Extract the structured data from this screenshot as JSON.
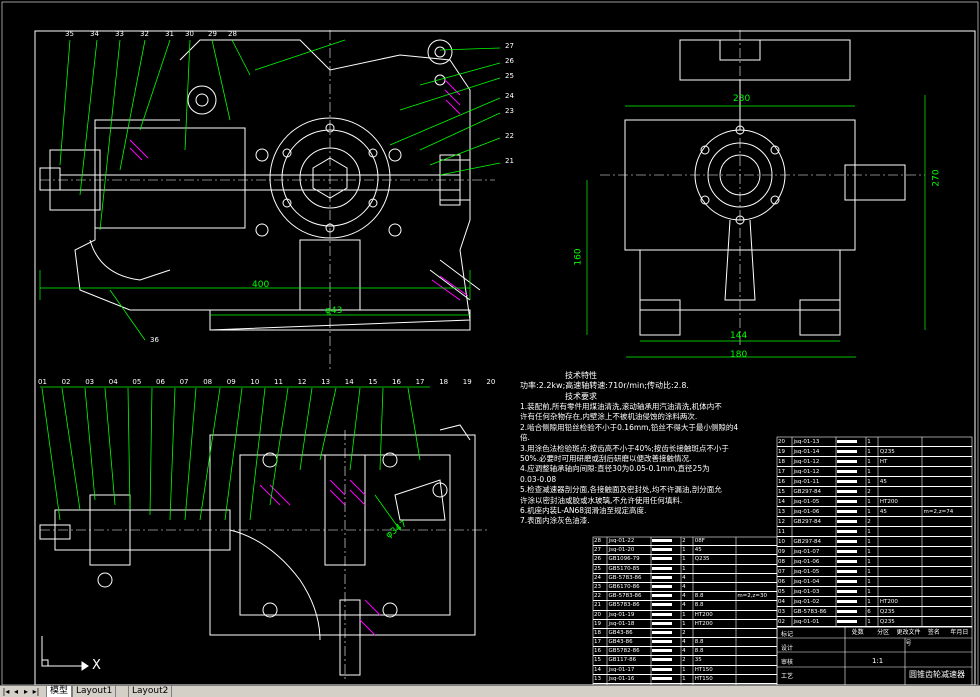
{
  "colors": {
    "background": "#000000",
    "outline": "#ffffff",
    "centerline": "#ffffff",
    "leader": "#00ff00",
    "dimension": "#00ff00",
    "hatch": "#ff00ff",
    "table_text": "#ffffff",
    "tab_bar": "#d4d0c8"
  },
  "dimensions": {
    "top_width": "230",
    "right_height": "270",
    "left_height": "160",
    "bottom_144": "144",
    "bottom_180": "180",
    "front_length": "400",
    "center_dim": "φ43",
    "plan_dim": "φ347"
  },
  "front_view_labels": [
    "35",
    "34",
    "33",
    "32",
    "31",
    "30",
    "29",
    "28",
    "27",
    "26",
    "25",
    "24",
    "23",
    "22",
    "21",
    "36"
  ],
  "plan_view_labels": [
    "01",
    "02",
    "03",
    "04",
    "05",
    "06",
    "07",
    "08",
    "09",
    "10",
    "11",
    "12",
    "13",
    "14",
    "15",
    "16",
    "17",
    "18",
    "19",
    "20"
  ],
  "tech_char_title": "技术特性",
  "tech_char_text": "功率:2.2kw;高速轴转速:710r/min;传动比:2.8.",
  "tech_req_title": "技术要求",
  "tech_req_lines": [
    "1.装配前,所有零件用煤油清洗,滚动轴承用汽油清洗,机体内不",
    "许有任何杂物存在,内壁涂上不被机油侵蚀的涂料两次.",
    "2.啮合侧隙用铅丝检验不小于0.16mm,铅丝不得大于最小侧隙的4",
    "倍.",
    "3.用涂色法检验斑点:按齿高不小于40%;按齿长接触斑点不小于",
    "50%.必要时可用研磨或刮后研磨以便改善接触情况.",
    "4.应调整轴承轴向间隙:直径30为0.05-0.1mm,直径25为",
    "0.03-0.08",
    "5.检查减速器剖分面,各接触面及密封处,均不许漏油,剖分面允",
    "许涂以密封油或胶或水玻璃,不允许使用任何填料.",
    "6.机座内装L-AN68润滑油至规定高度.",
    "7.表面内涂灰色油漆."
  ],
  "bom_right": [
    {
      "no": "20",
      "code": "jsq-01-13",
      "qty": "1",
      "mat": "",
      "note": ""
    },
    {
      "no": "19",
      "code": "jsq-01-14",
      "qty": "1",
      "mat": "Q235",
      "note": ""
    },
    {
      "no": "18",
      "code": "jsq-01-12",
      "qty": "1",
      "mat": "HT",
      "note": ""
    },
    {
      "no": "17",
      "code": "jsq-01-12",
      "qty": "1",
      "mat": "",
      "note": ""
    },
    {
      "no": "16",
      "code": "jsq-01-11",
      "qty": "1",
      "mat": "45",
      "note": ""
    },
    {
      "no": "15",
      "code": "GB297-84",
      "qty": "2",
      "mat": "",
      "note": ""
    },
    {
      "no": "14",
      "code": "jsq-01-05",
      "qty": "1",
      "mat": "HT200",
      "note": ""
    },
    {
      "no": "13",
      "code": "jsq-01-06",
      "qty": "1",
      "mat": "45",
      "note": "m=2,z=74"
    },
    {
      "no": "12",
      "code": "GB297-84",
      "qty": "2",
      "mat": "",
      "note": ""
    },
    {
      "no": "11",
      "code": "",
      "qty": "1",
      "mat": "",
      "note": ""
    },
    {
      "no": "10",
      "code": "GB297-84",
      "qty": "1",
      "mat": "",
      "note": ""
    },
    {
      "no": "09",
      "code": "jsq-01-07",
      "qty": "1",
      "mat": "",
      "note": ""
    },
    {
      "no": "08",
      "code": "jsq-01-06",
      "qty": "1",
      "mat": "",
      "note": ""
    },
    {
      "no": "07",
      "code": "jsq-01-05",
      "qty": "1",
      "mat": "",
      "note": ""
    },
    {
      "no": "06",
      "code": "jsq-01-04",
      "qty": "1",
      "mat": "",
      "note": ""
    },
    {
      "no": "05",
      "code": "jsq-01-03",
      "qty": "1",
      "mat": "",
      "note": ""
    },
    {
      "no": "04",
      "code": "jsq-01-02",
      "qty": "1",
      "mat": "HT200",
      "note": ""
    },
    {
      "no": "03",
      "code": "GB-5783-86",
      "qty": "6",
      "mat": "Q235",
      "note": ""
    },
    {
      "no": "02",
      "code": "jsq-01-01",
      "qty": "1",
      "mat": "Q235",
      "note": ""
    }
  ],
  "bom_left": [
    {
      "no": "28",
      "code": "jsq-01-22",
      "qty": "2",
      "mat": "08F",
      "note": ""
    },
    {
      "no": "27",
      "code": "jsq-01-20",
      "qty": "1",
      "mat": "45",
      "note": ""
    },
    {
      "no": "26",
      "code": "GB1096-79",
      "qty": "1",
      "mat": "Q235",
      "note": ""
    },
    {
      "no": "25",
      "code": "GB5170-85",
      "qty": "1",
      "mat": "",
      "note": ""
    },
    {
      "no": "24",
      "code": "GB-5783-86",
      "qty": "4",
      "mat": "",
      "note": ""
    },
    {
      "no": "23",
      "code": "GB6170-86",
      "qty": "4",
      "mat": "",
      "note": ""
    },
    {
      "no": "22",
      "code": "GB-5783-86",
      "qty": "4",
      "mat": "8.8",
      "note": "m=2,z=30"
    },
    {
      "no": "21",
      "code": "GB5783-86",
      "qty": "4",
      "mat": "8.8",
      "note": ""
    },
    {
      "no": "20",
      "code": "jsq-01-19",
      "qty": "1",
      "mat": "HT200",
      "note": ""
    },
    {
      "no": "19",
      "code": "jsq-01-18",
      "qty": "1",
      "mat": "HT200",
      "note": ""
    },
    {
      "no": "18",
      "code": "GB43-86",
      "qty": "2",
      "mat": "",
      "note": ""
    },
    {
      "no": "17",
      "code": "GB43-86",
      "qty": "4",
      "mat": "8.8",
      "note": ""
    },
    {
      "no": "16",
      "code": "GB5782-86",
      "qty": "4",
      "mat": "8.8",
      "note": ""
    },
    {
      "no": "15",
      "code": "GB117-86",
      "qty": "2",
      "mat": "35",
      "note": ""
    },
    {
      "no": "14",
      "code": "jsq-01-17",
      "qty": "1",
      "mat": "HT150",
      "note": ""
    },
    {
      "no": "13",
      "code": "jsq-01-16",
      "qty": "1",
      "mat": "HT150",
      "note": ""
    }
  ],
  "title_block": {
    "rows": [
      "标记",
      "设计",
      "审核",
      "工艺"
    ],
    "cols": [
      "处数",
      "分区",
      "更改文件号",
      "签名",
      "年月日"
    ],
    "scale": "1:1",
    "drawing_name": "圆锥齿轮减速器"
  },
  "ucs_axis_label": "X",
  "tabs": [
    {
      "label": "模型",
      "active": true
    },
    {
      "label": "Layout1",
      "active": false
    },
    {
      "label": "Layout2",
      "active": false
    }
  ]
}
